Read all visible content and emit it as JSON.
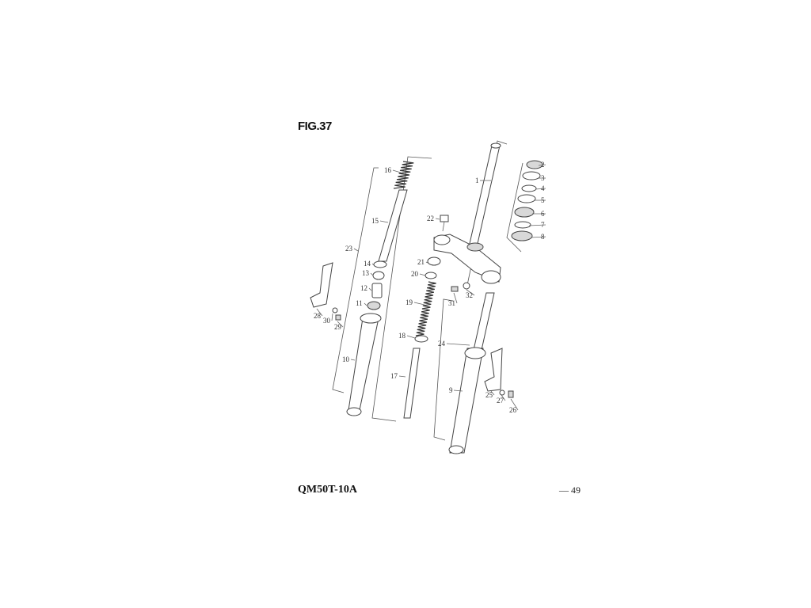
{
  "figure": {
    "title": "FIG.37"
  },
  "footer": {
    "model": "QM50T-10A",
    "page": "— 49"
  },
  "callouts": [
    "1",
    "2",
    "3",
    "4",
    "5",
    "6",
    "7",
    "8",
    "9",
    "10",
    "11",
    "12",
    "13",
    "14",
    "15",
    "16",
    "17",
    "18",
    "19",
    "20",
    "21",
    "22",
    "23",
    "24",
    "25",
    "26",
    "27",
    "28",
    "29",
    "30",
    "31",
    "32"
  ]
}
